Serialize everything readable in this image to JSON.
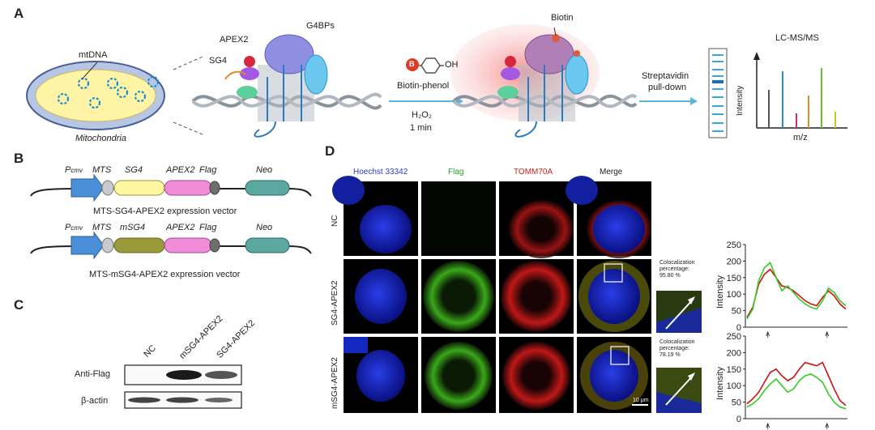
{
  "panel_a": {
    "letter": "A",
    "mtdna": "mtDNA",
    "mitochondria": "Mitochondria",
    "apex2": "APEX2",
    "sg4": "SG4",
    "g4bps": "G4BPs",
    "biotin": "Biotin",
    "biotin_phenol": "Biotin-phenol",
    "b_glyph": "B",
    "oh": "OH",
    "h2o2": "H₂O₂",
    "time": "1 min",
    "pulldown_1": "Streptavidin",
    "pulldown_2": "pull-down",
    "lcms": "LC-MS/MS",
    "intensity": "Intensity",
    "mz": "m/z"
  },
  "panel_b": {
    "letter": "B",
    "vectors": [
      {
        "promoter": "P",
        "promoter_sub": "cmv",
        "mts": "MTS",
        "probe": "SG4",
        "apex2": "APEX2",
        "flag": "Flag",
        "neo": "Neo",
        "caption": "MTS-SG4-APEX2 expression vector"
      },
      {
        "promoter": "P",
        "promoter_sub": "cmv",
        "mts": "MTS",
        "probe": "mSG4",
        "apex2": "APEX2",
        "flag": "Flag",
        "neo": "Neo",
        "caption": "MTS-mSG4-APEX2 expression vector"
      }
    ]
  },
  "panel_c": {
    "letter": "C",
    "lanes": [
      "NC",
      "mSG4-APEX2",
      "SG4-APEX2"
    ],
    "rows": [
      "Anti-Flag",
      "β-actin"
    ]
  },
  "panel_d": {
    "letter": "D",
    "channels": [
      "Hoechst 33342",
      "Flag",
      "TOMM70A",
      "Merge"
    ],
    "channel_colors": [
      "#2a3ccf",
      "#2aa02a",
      "#d22020",
      "#222222"
    ],
    "rows": [
      "NC",
      "SG4-APEX2",
      "mSG4-APEX2"
    ],
    "coloc_label_1": "Colocalization",
    "coloc_label_2": "percentage:",
    "coloc_values": [
      "95.80 %",
      "78.19 %"
    ],
    "scale_bar": "10 μm"
  },
  "chart_data": [
    {
      "type": "line",
      "ylabel": "Intensity",
      "ylim": [
        0,
        250
      ],
      "yticks": [
        0,
        50,
        100,
        150,
        200,
        250
      ],
      "series": [
        {
          "color": "#d01010",
          "values": [
            30,
            60,
            130,
            160,
            175,
            150,
            125,
            120,
            110,
            95,
            80,
            70,
            65,
            90,
            110,
            95,
            70,
            55
          ]
        },
        {
          "color": "#33cc22",
          "values": [
            25,
            55,
            140,
            180,
            195,
            150,
            110,
            125,
            105,
            85,
            70,
            60,
            55,
            80,
            118,
            105,
            80,
            65
          ]
        }
      ]
    },
    {
      "type": "line",
      "ylabel": "Intensity",
      "ylim": [
        0,
        250
      ],
      "yticks": [
        0,
        50,
        100,
        150,
        200,
        250
      ],
      "series": [
        {
          "color": "#d01010",
          "values": [
            45,
            60,
            80,
            110,
            140,
            150,
            130,
            115,
            125,
            150,
            170,
            165,
            160,
            170,
            130,
            90,
            55,
            40
          ]
        },
        {
          "color": "#33cc22",
          "values": [
            35,
            45,
            60,
            85,
            105,
            120,
            100,
            80,
            90,
            115,
            130,
            135,
            125,
            110,
            75,
            50,
            35,
            30
          ]
        }
      ]
    }
  ]
}
